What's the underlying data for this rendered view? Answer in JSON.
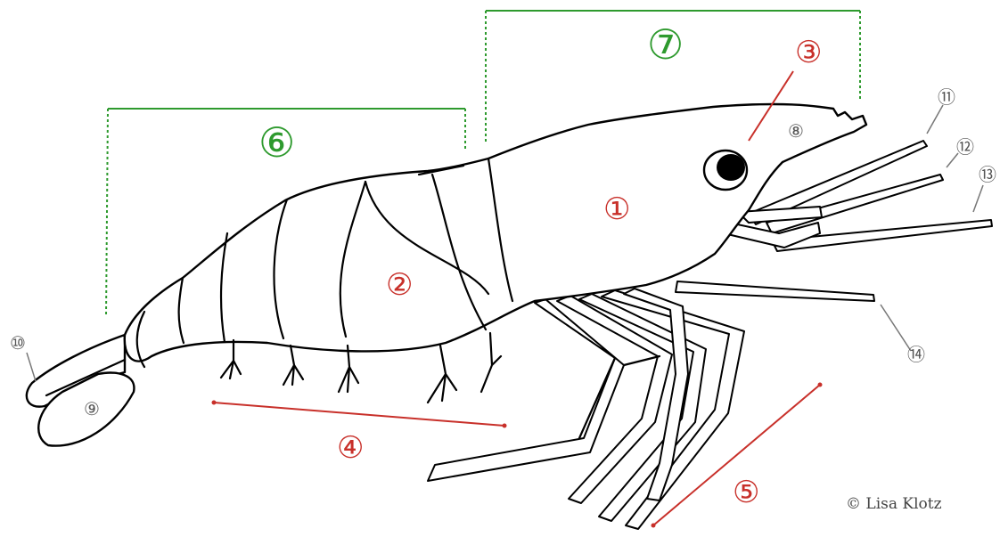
{
  "labels": {
    "l1": "①",
    "l2": "②",
    "l3": "③",
    "l4": "④",
    "l5": "⑤",
    "l6": "⑥",
    "l7": "⑦",
    "l8": "⑧",
    "l9": "⑨",
    "l10": "⑩",
    "l11": "⑪",
    "l12": "⑫",
    "l13": "⑬",
    "l14": "⑭"
  },
  "copyright": "© Lisa Klotz",
  "colors": {
    "red": "#c8302a",
    "green": "#2e9a2e",
    "grey": "#777777",
    "outline": "#000000"
  }
}
